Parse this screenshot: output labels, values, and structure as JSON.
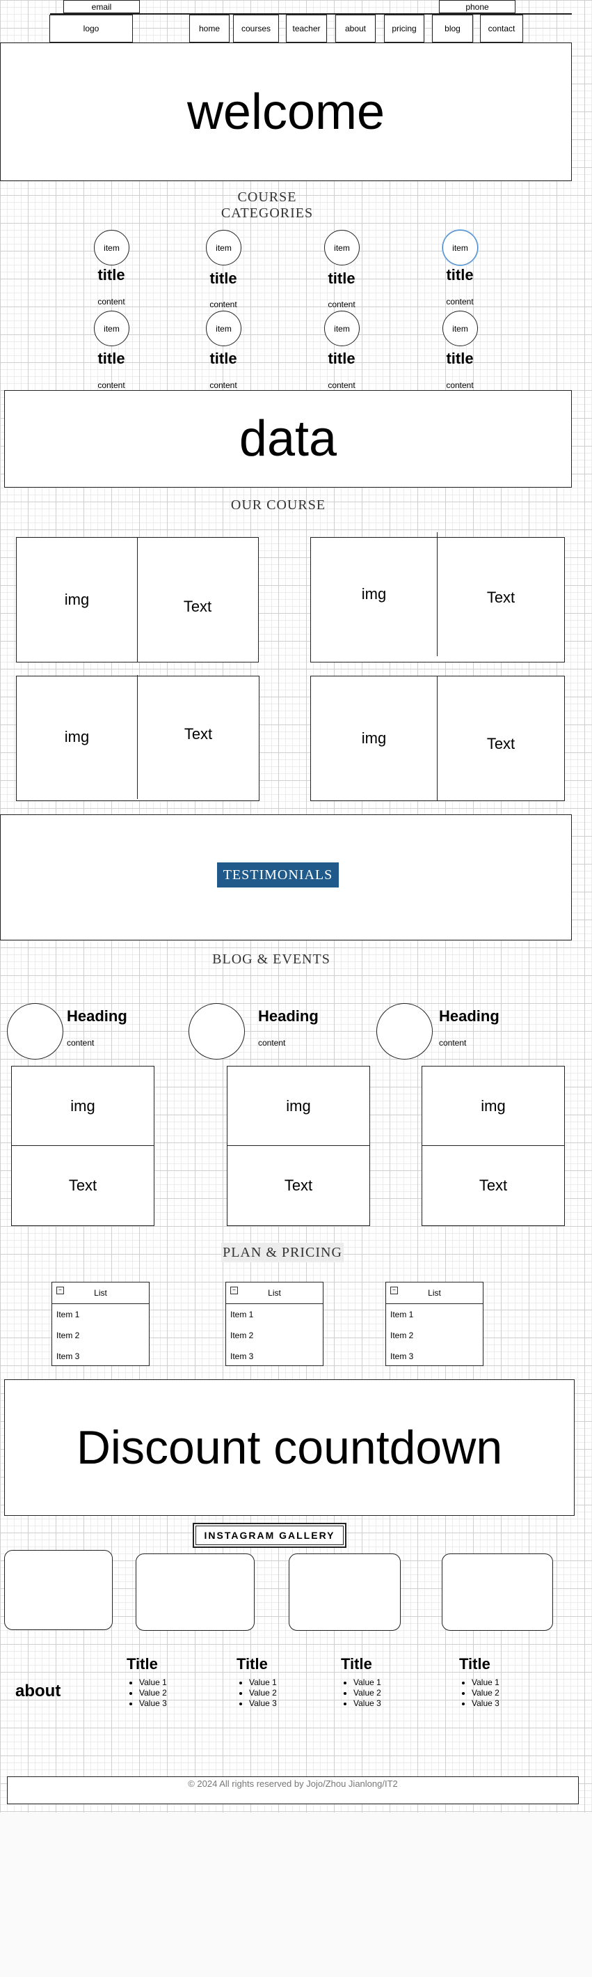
{
  "header": {
    "email": "email",
    "phone": "phone",
    "logo": "logo",
    "nav": [
      "home",
      "courses",
      "teacher",
      "about",
      "pricing",
      "blog",
      "contact"
    ]
  },
  "hero": {
    "text": "welcome"
  },
  "categories": {
    "heading": "COURSE CATEGORIES",
    "items": [
      {
        "icon": "item",
        "title": "title",
        "content": "content"
      },
      {
        "icon": "item",
        "title": "title",
        "content": "content"
      },
      {
        "icon": "item",
        "title": "title",
        "content": "content"
      },
      {
        "icon": "item",
        "title": "title",
        "content": "content"
      },
      {
        "icon": "item",
        "title": "title",
        "content": "content"
      },
      {
        "icon": "item",
        "title": "title",
        "content": "content"
      },
      {
        "icon": "item",
        "title": "title",
        "content": "content"
      },
      {
        "icon": "item",
        "title": "title",
        "content": "content"
      }
    ]
  },
  "data_banner": {
    "text": "data"
  },
  "courses": {
    "heading": "OUR COURSE",
    "cards": [
      {
        "img": "img",
        "text": "Text"
      },
      {
        "img": "img",
        "text": "Text"
      },
      {
        "img": "img",
        "text": "Text"
      },
      {
        "img": "img",
        "text": "Text"
      }
    ]
  },
  "testimonials": {
    "label": "TESTIMONIALS",
    "accent": "#1f5a8a"
  },
  "blog": {
    "heading": "BLOG & EVENTS",
    "posts": [
      {
        "heading": "Heading",
        "content": "content",
        "img": "img",
        "text": "Text"
      },
      {
        "heading": "Heading",
        "content": "content",
        "img": "img",
        "text": "Text"
      },
      {
        "heading": "Heading",
        "content": "content",
        "img": "img",
        "text": "Text"
      }
    ]
  },
  "pricing": {
    "heading": "PLAN & PRICING",
    "lists": [
      {
        "title": "List",
        "items": [
          "Item 1",
          "Item 2",
          "Item 3"
        ]
      },
      {
        "title": "List",
        "items": [
          "Item 1",
          "Item 2",
          "Item 3"
        ]
      },
      {
        "title": "List",
        "items": [
          "Item 1",
          "Item 2",
          "Item 3"
        ]
      }
    ]
  },
  "discount": {
    "text": "Discount countdown"
  },
  "instagram": {
    "label": "INSTAGRAM GALLERY"
  },
  "footer": {
    "about": "about",
    "columns": [
      {
        "title": "Title",
        "values": [
          "Value 1",
          "Value 2",
          "Value 3"
        ]
      },
      {
        "title": "Title",
        "values": [
          "Value 1",
          "Value 2",
          "Value 3"
        ]
      },
      {
        "title": "Title",
        "values": [
          "Value 1",
          "Value 2",
          "Value 3"
        ]
      },
      {
        "title": "Title",
        "values": [
          "Value 1",
          "Value 2",
          "Value 3"
        ]
      }
    ],
    "copyright": "© 2024 All rights reserved by Jojo/Zhou Jianlong/IT2"
  }
}
